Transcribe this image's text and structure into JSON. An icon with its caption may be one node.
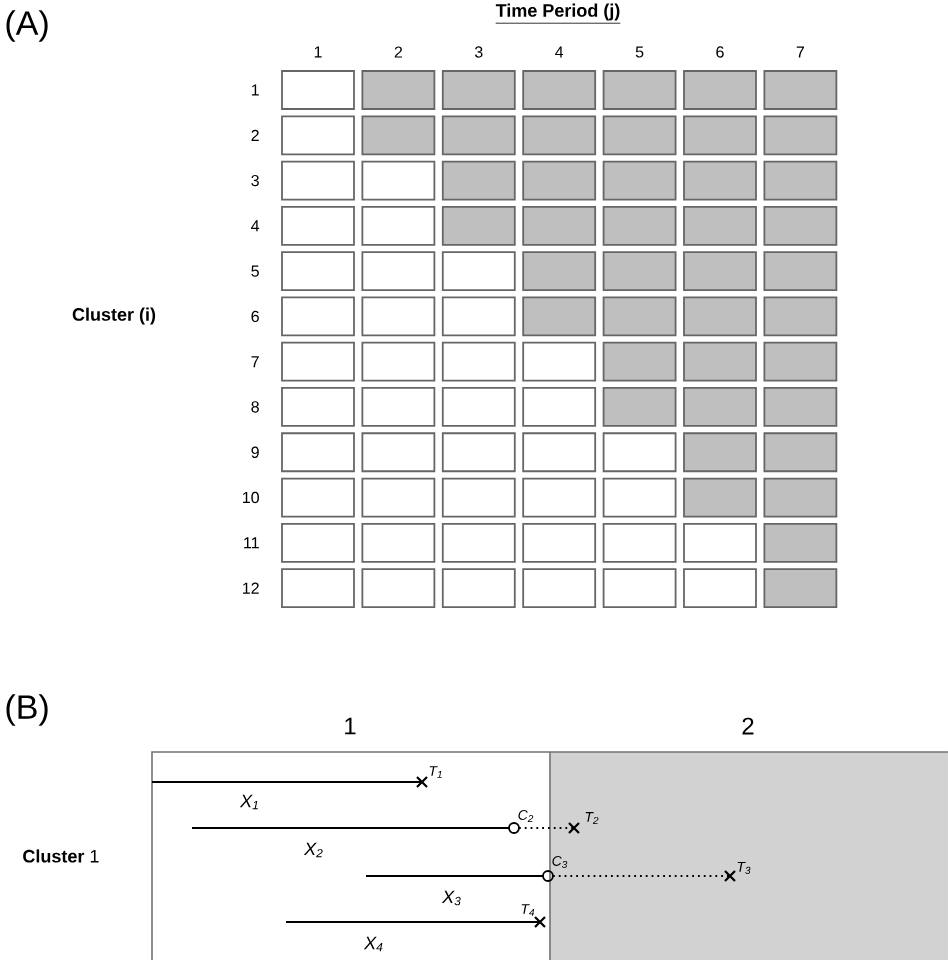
{
  "diagram": {
    "labels": [
      "(A)",
      "Time Period (j)",
      "1",
      "2",
      "3",
      "4",
      "5",
      "6",
      "7",
      "Cluster (i)",
      "1",
      "2",
      "3",
      "4",
      "5",
      "6",
      "7",
      "8",
      "9",
      "10",
      "11",
      "12",
      "(B)",
      "1",
      "2",
      "**Cluster** 1",
      "T$_{1}$",
      "X$_{1}$",
      "C$_{2}$",
      "T$_{2}$",
      "X$_{2}$",
      "C$_{3}$",
      "T$_{3}$",
      "X$_{3}$",
      "T$_{4}$",
      "X$_{4}$"
    ]
  }
}
